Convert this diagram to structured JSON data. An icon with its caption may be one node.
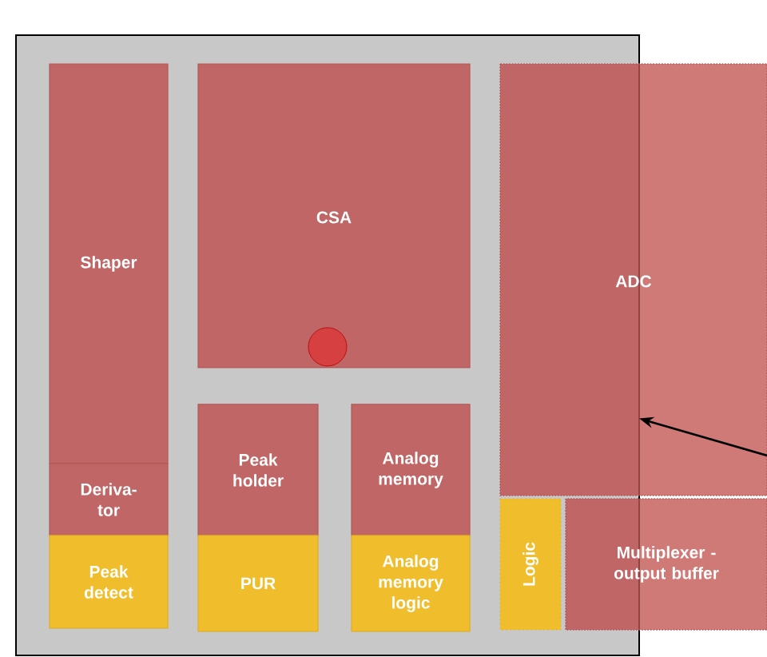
{
  "diagram": {
    "nodes": [
      {
        "text": [],
        "shape": "box"
      },
      {
        "text": [
          "Shaper"
        ],
        "in": 0
      },
      {
        "text": [
          "Deriva- tor"
        ],
        "in": 0
      },
      {
        "text": [
          "Peak detect"
        ],
        "in": 0
      },
      {
        "text": [
          "CSA"
        ],
        "in": 0
      },
      {
        "text": [],
        "shape": "circle",
        "in": 4
      },
      {
        "text": [
          "Peak holder"
        ],
        "in": 0
      },
      {
        "text": [
          "PUR"
        ],
        "in": 0
      },
      {
        "text": [
          "Analog memory"
        ],
        "in": 0
      },
      {
        "text": [
          "Analog memory logic"
        ],
        "in": 0
      },
      {
        "text": [
          "ADC"
        ]
      },
      {
        "text": [
          "Logic"
        ],
        "in": 0
      },
      {
        "text": [
          "Multiplexer - output buffer"
        ]
      }
    ],
    "edges": [
      {
        "from": 10,
        "to": 0,
        "arrow": "to"
      }
    ]
  }
}
